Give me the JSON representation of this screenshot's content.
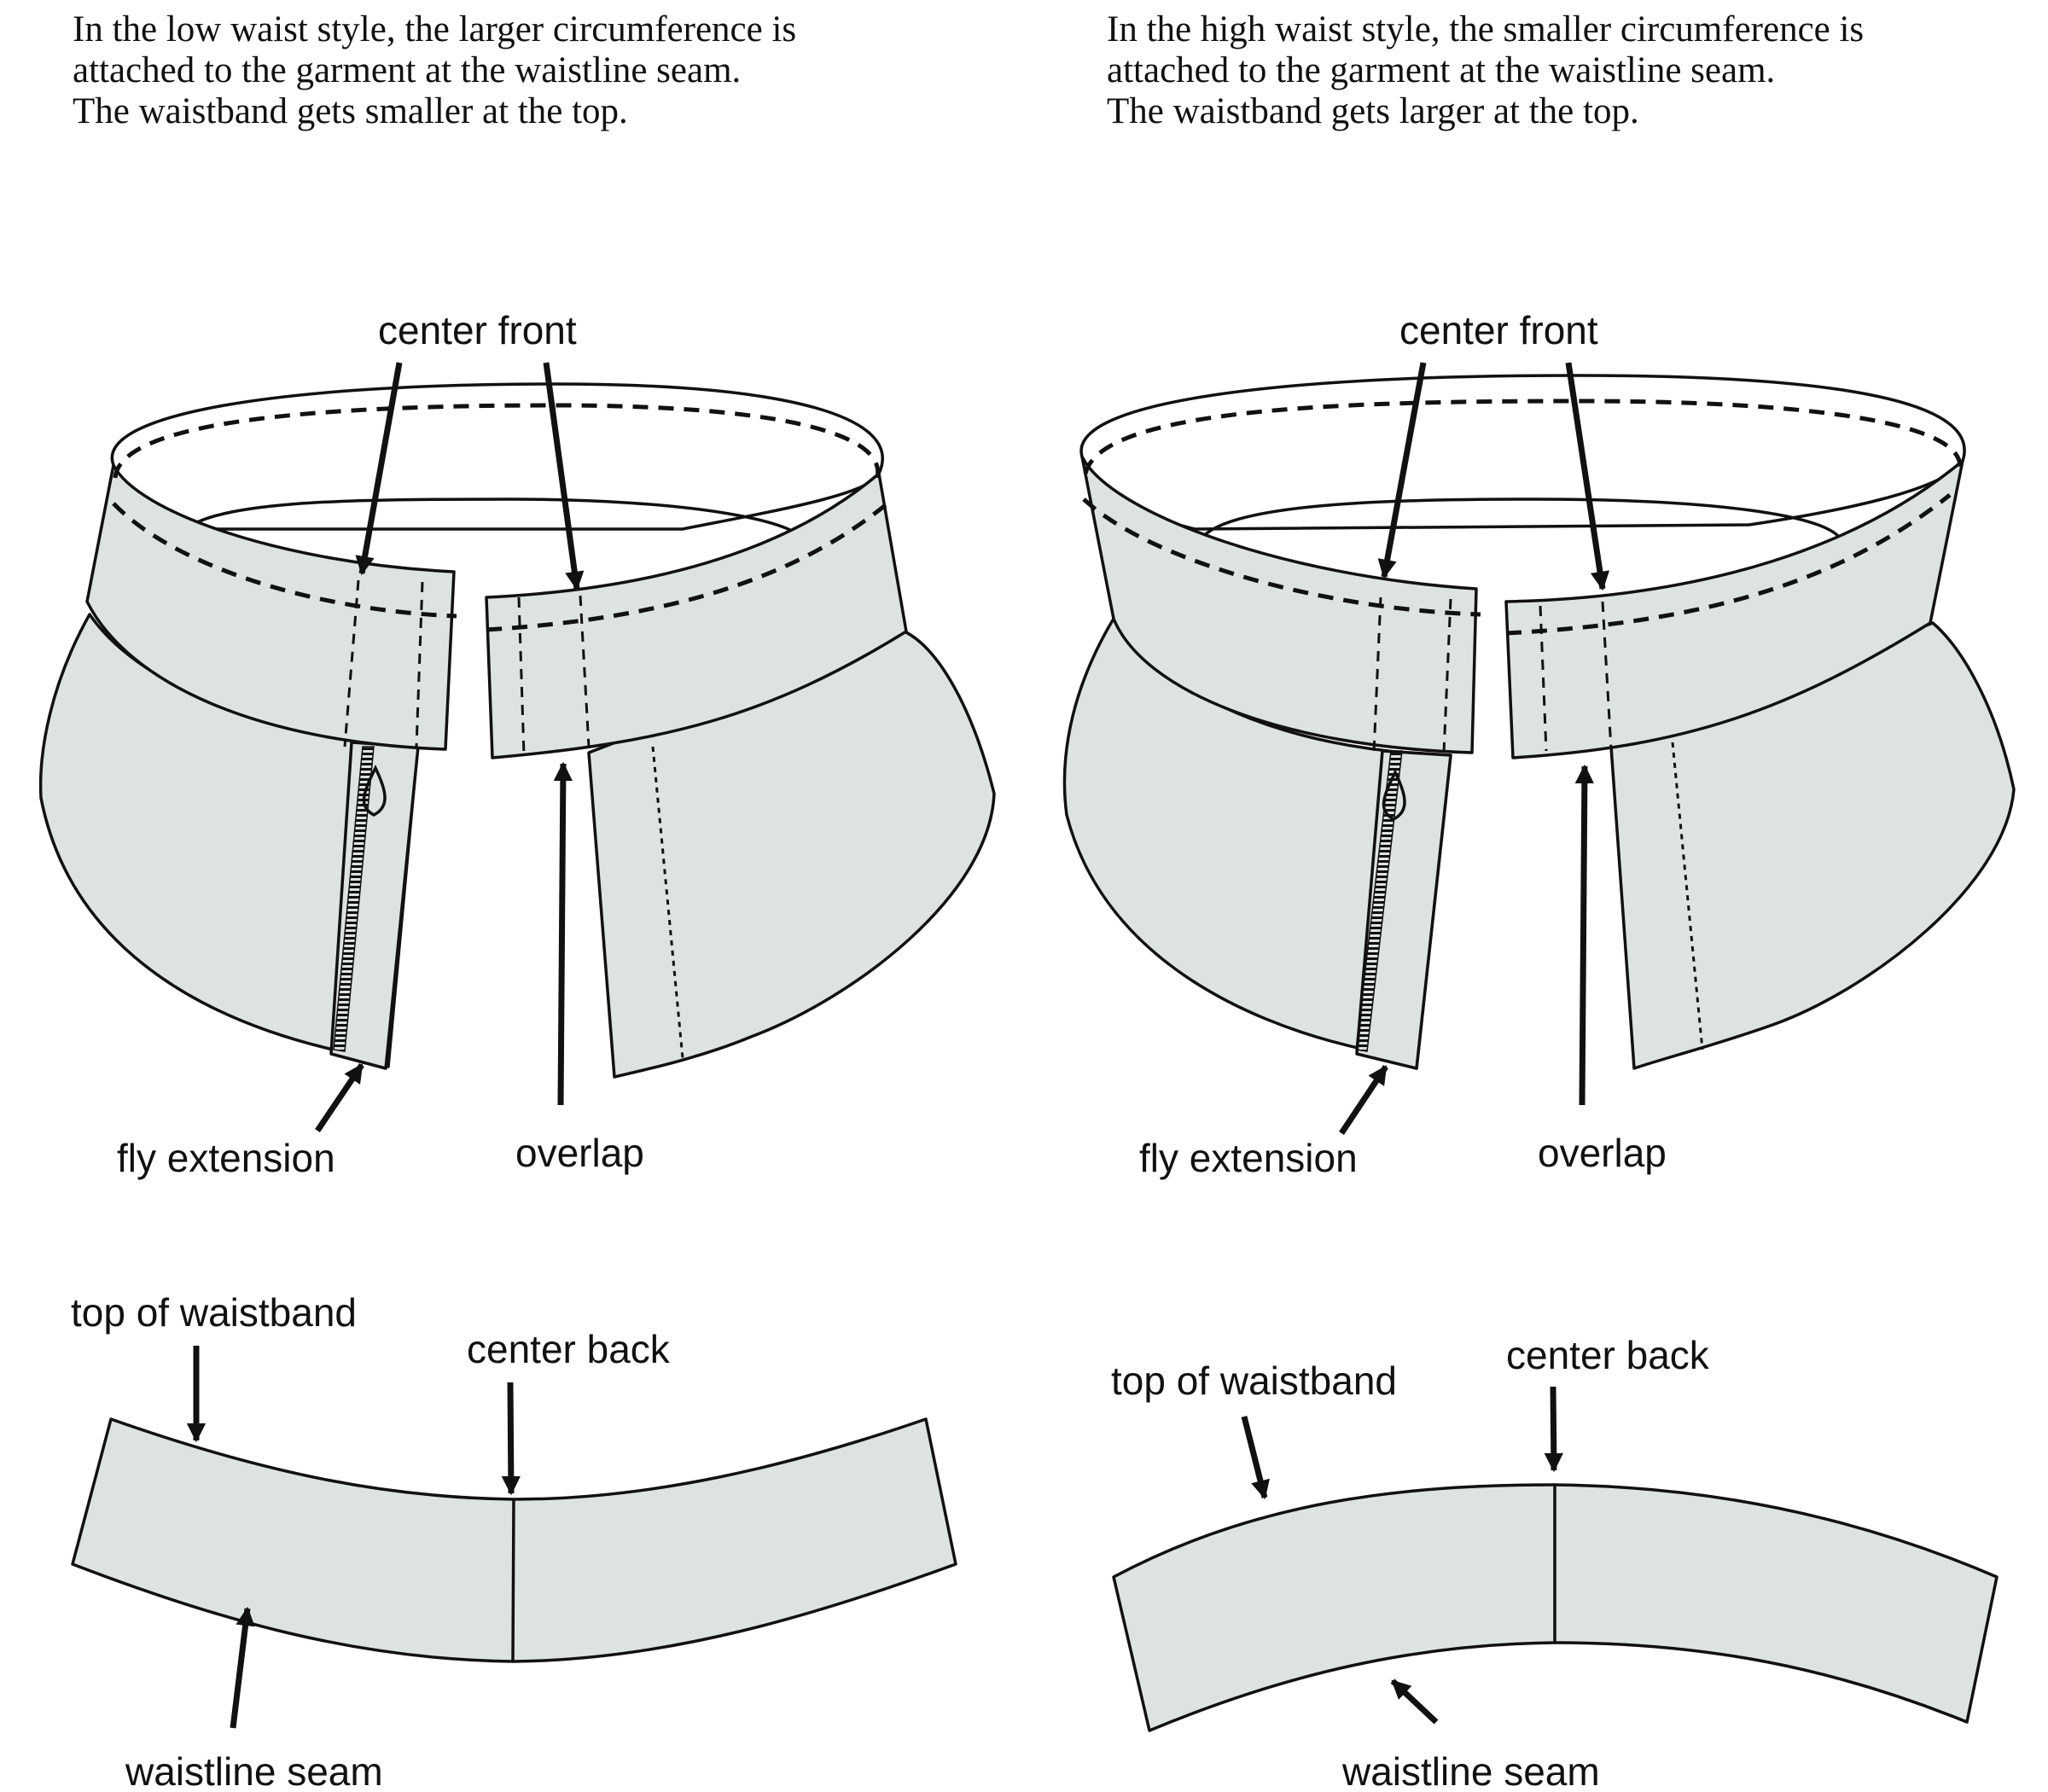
{
  "colors": {
    "fabric": "#dde3e0",
    "line": "#111111",
    "background": "#ffffff"
  },
  "low_waist": {
    "caption_lines": [
      "In the low waist style, the larger circumference is",
      "attached to the garment at the waistline seam.",
      "The waistband gets smaller at the top."
    ],
    "labels": {
      "center_front": "center front",
      "fly_extension": "fly extension",
      "overlap": "overlap",
      "top_of_waistband": "top of waistband",
      "center_back": "center back",
      "waistline_seam": "waistline seam"
    }
  },
  "high_waist": {
    "caption_lines": [
      "In the high waist style, the smaller circumference is",
      "attached to the garment at the waistline seam.",
      "The waistband gets larger at the top."
    ],
    "labels": {
      "center_front": "center front",
      "fly_extension": "fly extension",
      "overlap": "overlap",
      "top_of_waistband": "top of waistband",
      "center_back": "center back",
      "waistline_seam": "waistline seam"
    }
  }
}
